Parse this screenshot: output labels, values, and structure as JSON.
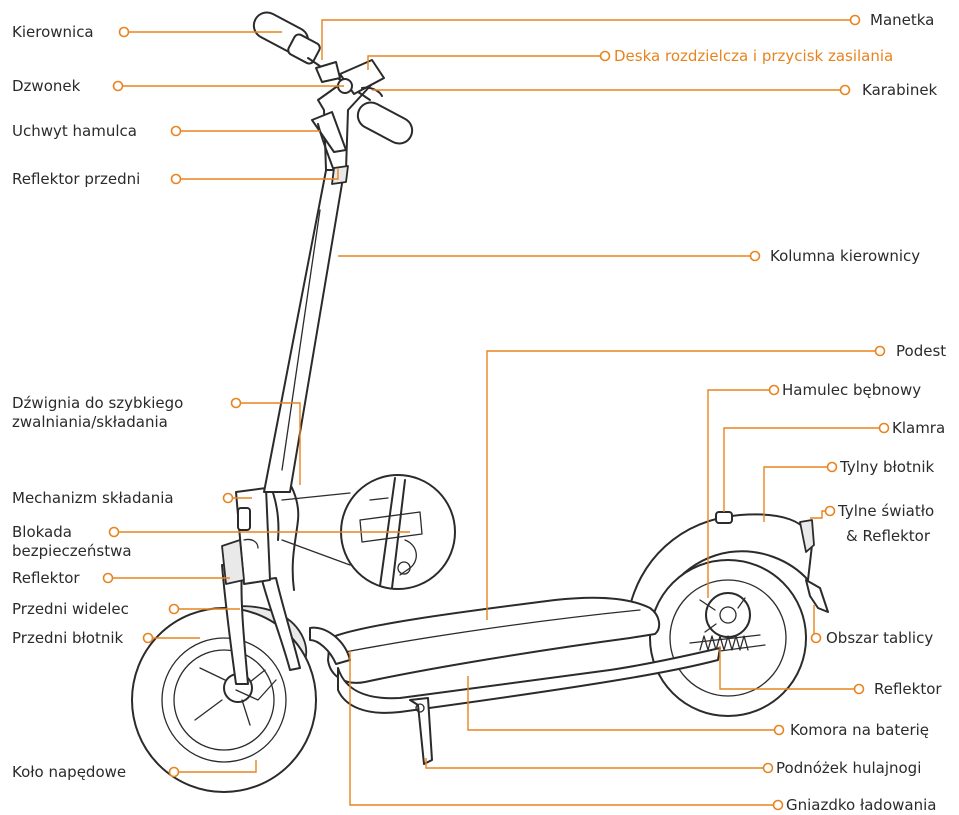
{
  "diagram": {
    "labels": {
      "kierownica": "Kierownica",
      "dzwonek": "Dzwonek",
      "uchwyt_hamulca": "Uchwyt hamulca",
      "reflektor_przedni": "Reflektor przedni",
      "dzwignia_line1": "Dźwignia do szybkiego",
      "dzwignia_line2": "zwalniania/składania",
      "mechanizm": "Mechanizm składania",
      "blokada_line1": "Blokada",
      "blokada_line2": "bezpieczeństwa",
      "reflektor_left": "Reflektor",
      "przedni_widelec": "Przedni widelec",
      "przedni_blotnik": "Przedni błotnik",
      "kolo": "Koło napędowe",
      "manetka": "Manetka",
      "deska": "Deska rozdzielcza i przycisk zasilania",
      "karabinek": "Karabinek",
      "kolumna": "Kolumna kierownicy",
      "podest": "Podest",
      "hamulec": "Hamulec bębnowy",
      "klamra": "Klamra",
      "tylny_blotnik": "Tylny błotnik",
      "tylne_swiatlo_line1": "Tylne światło",
      "tylne_swiatlo_line2": "& Reflektor",
      "obszar_tablicy": "Obszar tablicy",
      "reflektor_right": "Reflektor",
      "komora": "Komora na baterię",
      "podnozek": "Podnóżek hulajnogi",
      "gniazdko": "Gniazdko ładowania"
    }
  },
  "colors": {
    "accent": "#e8831f",
    "text": "#2b2b2b",
    "ink": "#2b2b2b"
  }
}
